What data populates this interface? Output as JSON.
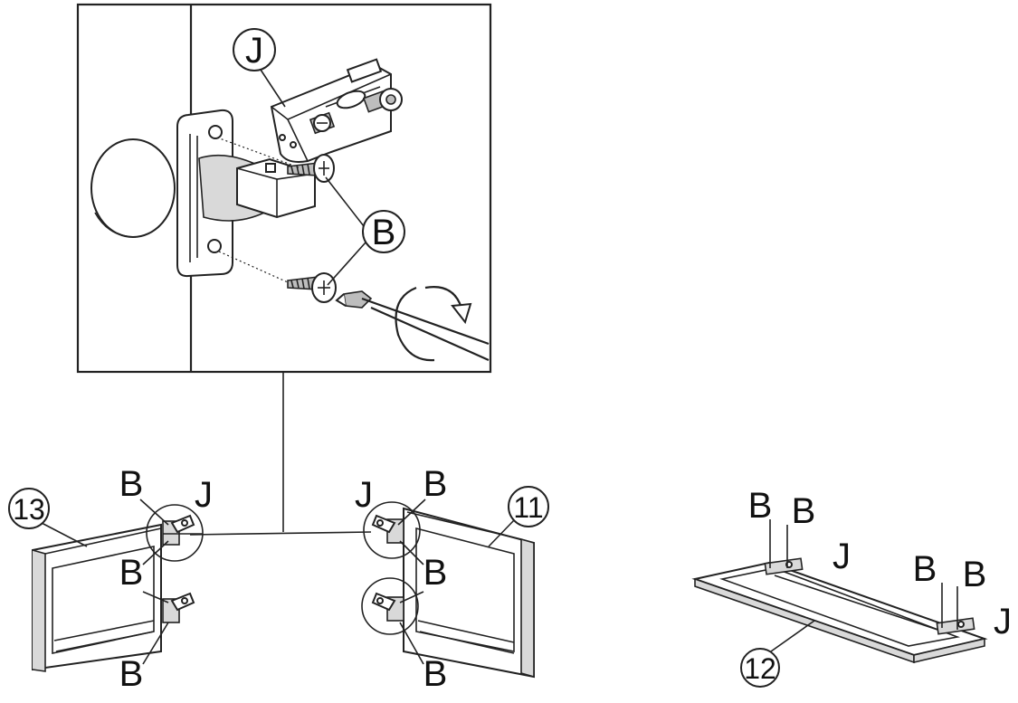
{
  "labels": {
    "hinge": "J",
    "screw": "B",
    "left_door": "13",
    "right_door": "11",
    "top_panel": "12"
  }
}
